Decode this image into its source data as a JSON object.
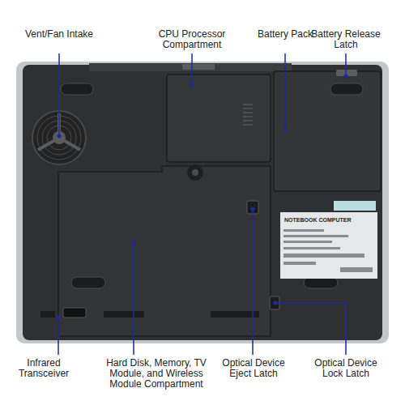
{
  "diagram": {
    "labels": [
      "Vent/Fan Intake",
      "CPU Processor Compartment",
      "Battery Pack",
      "Battery Release Latch",
      "Infrared Transceiver",
      "Hard Disk, Memory, TV Module, and Wireless Module Compartment",
      "Optical Device Eject Latch",
      "Optical Device Lock Latch",
      "NOTEBOOK COMPUTER"
    ]
  }
}
